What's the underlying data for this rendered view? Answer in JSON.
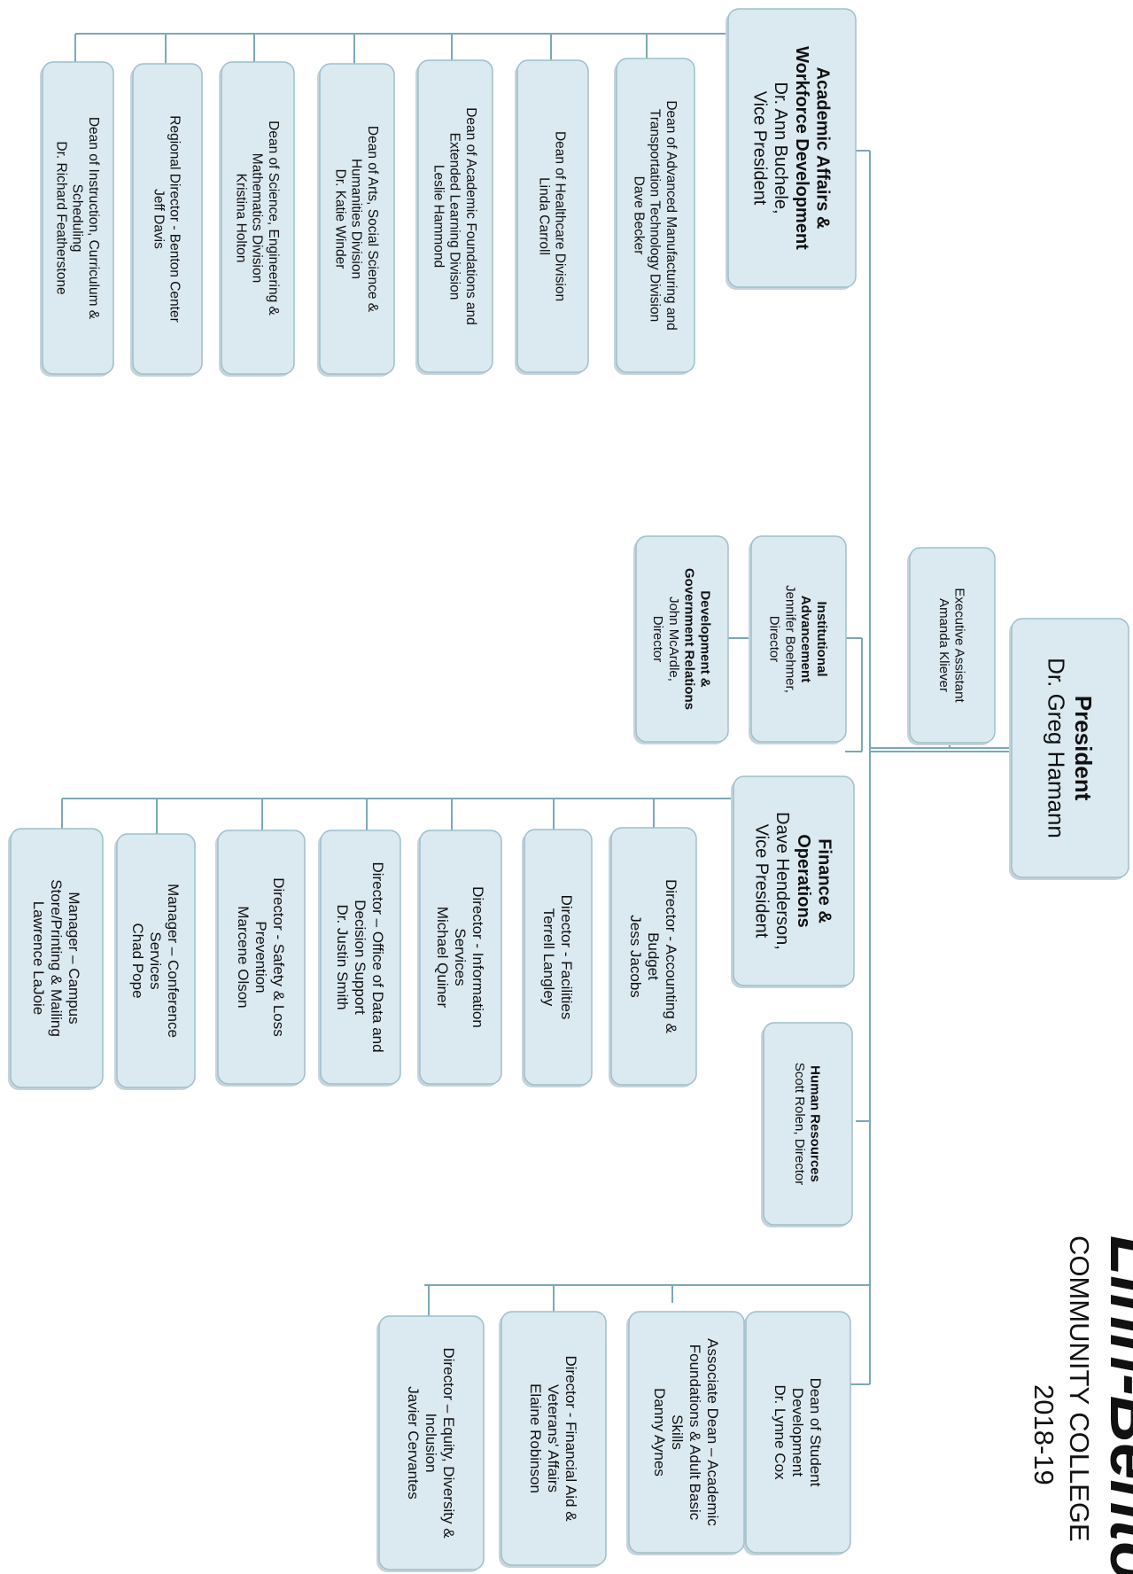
{
  "logo": {
    "brand": "Linn-Benton",
    "subtitle": "COMMUNITY COLLEGE",
    "year": "2018-19"
  },
  "nodes": [
    {
      "id": "president",
      "lines": [
        {
          "t": "President",
          "bold": true
        },
        {
          "t": "Dr. Greg Hamann"
        }
      ]
    },
    {
      "id": "executive-assistant",
      "lines": [
        {
          "t": "Executive Assistant"
        },
        {
          "t": "Amanda Kliever"
        }
      ]
    },
    {
      "id": "institutional-advancement",
      "lines": [
        {
          "t": "Institutional",
          "bold": true
        },
        {
          "t": "Advancement",
          "bold": true
        },
        {
          "t": "Jennifer Boehmer,"
        },
        {
          "t": "Director"
        }
      ]
    },
    {
      "id": "development-government-relations",
      "lines": [
        {
          "t": "Development &",
          "bold": true
        },
        {
          "t": "Government Relations",
          "bold": true
        },
        {
          "t": "John McArdle,"
        },
        {
          "t": "Director"
        }
      ]
    },
    {
      "id": "academic-affairs-vp",
      "lines": [
        {
          "t": "Academic Affairs &",
          "bold": true
        },
        {
          "t": "Workforce Development",
          "bold": true
        },
        {
          "t": "Dr. Ann Buchele,"
        },
        {
          "t": "Vice President"
        }
      ]
    },
    {
      "id": "dean-advanced-manufacturing",
      "lines": [
        {
          "t": "Dean of Advanced Manufacturing and"
        },
        {
          "t": "Transportation Technology Division"
        },
        {
          "t": "Dave Becker"
        }
      ]
    },
    {
      "id": "dean-healthcare",
      "lines": [
        {
          "t": "Dean of Healthcare Division"
        },
        {
          "t": "Linda Carroll"
        }
      ]
    },
    {
      "id": "dean-academic-foundations",
      "lines": [
        {
          "t": "Dean of Academic Foundations and"
        },
        {
          "t": "Extended Learning Division"
        },
        {
          "t": "Leslie Hammond"
        }
      ]
    },
    {
      "id": "dean-arts-social-science",
      "lines": [
        {
          "t": "Dean of Arts, Social Science &"
        },
        {
          "t": "Humanities Division"
        },
        {
          "t": "Dr. Katie Winder"
        }
      ]
    },
    {
      "id": "dean-science-engineering",
      "lines": [
        {
          "t": "Dean of Science, Engineering &"
        },
        {
          "t": "Mathematics Division"
        },
        {
          "t": "Kristina Holton"
        }
      ]
    },
    {
      "id": "regional-director-benton",
      "lines": [
        {
          "t": "Regional Director - Benton Center"
        },
        {
          "t": "Jeff Davis"
        }
      ]
    },
    {
      "id": "dean-instruction",
      "lines": [
        {
          "t": "Dean of Instruction, Curriculum &"
        },
        {
          "t": "Scheduling"
        },
        {
          "t": "Dr. Richard Featherstone"
        }
      ]
    },
    {
      "id": "finance-operations-vp",
      "lines": [
        {
          "t": "Finance &",
          "bold": true
        },
        {
          "t": "Operations",
          "bold": true
        },
        {
          "t": "Dave Henderson,"
        },
        {
          "t": "Vice President"
        }
      ]
    },
    {
      "id": "director-accounting-budget",
      "lines": [
        {
          "t": "Director - Accounting &"
        },
        {
          "t": "Budget"
        },
        {
          "t": "Jess Jacobs"
        }
      ]
    },
    {
      "id": "director-facilities",
      "lines": [
        {
          "t": "Director - Facilities"
        },
        {
          "t": "Terrell Langley"
        }
      ]
    },
    {
      "id": "director-information-services",
      "lines": [
        {
          "t": "Director - Information"
        },
        {
          "t": "Services"
        },
        {
          "t": "Michael Quiner"
        }
      ]
    },
    {
      "id": "director-data-decision-support",
      "lines": [
        {
          "t": "Director – Office of Data and"
        },
        {
          "t": "Decision Support"
        },
        {
          "t": "Dr. Justin Smith"
        }
      ]
    },
    {
      "id": "director-safety-loss",
      "lines": [
        {
          "t": "Director - Safety & Loss"
        },
        {
          "t": "Prevention"
        },
        {
          "t": "Marcene Olson"
        }
      ]
    },
    {
      "id": "manager-conference-services",
      "lines": [
        {
          "t": "Manager – Conference"
        },
        {
          "t": "Services"
        },
        {
          "t": "Chad Pope"
        }
      ]
    },
    {
      "id": "manager-campus-store",
      "lines": [
        {
          "t": "Manager – Campus"
        },
        {
          "t": "Store/Printing & Mailing"
        },
        {
          "t": "Lawrence LaJoie"
        }
      ]
    },
    {
      "id": "human-resources",
      "lines": [
        {
          "t": "Human Resources",
          "bold": true
        },
        {
          "t": "Scott Rolen, Director"
        }
      ]
    },
    {
      "id": "dean-student-development",
      "lines": [
        {
          "t": "Dean of Student"
        },
        {
          "t": "Development"
        },
        {
          "t": "Dr. Lynne Cox"
        }
      ]
    },
    {
      "id": "associate-dean-academic-foundations",
      "lines": [
        {
          "t": "Associate Dean – Academic"
        },
        {
          "t": "Foundations & Adult Basic"
        },
        {
          "t": "Skills"
        },
        {
          "t": "Danny Aynes"
        }
      ]
    },
    {
      "id": "director-financial-aid",
      "lines": [
        {
          "t": "Director - Financial Aid &"
        },
        {
          "t": "Veterans' Affairs"
        },
        {
          "t": "Elaine Robinson"
        }
      ]
    },
    {
      "id": "director-equity-diversity",
      "lines": [
        {
          "t": "Director – Equity, Diversity &"
        },
        {
          "t": "Inclusion"
        },
        {
          "t": "Javier Cervantes"
        }
      ]
    }
  ]
}
